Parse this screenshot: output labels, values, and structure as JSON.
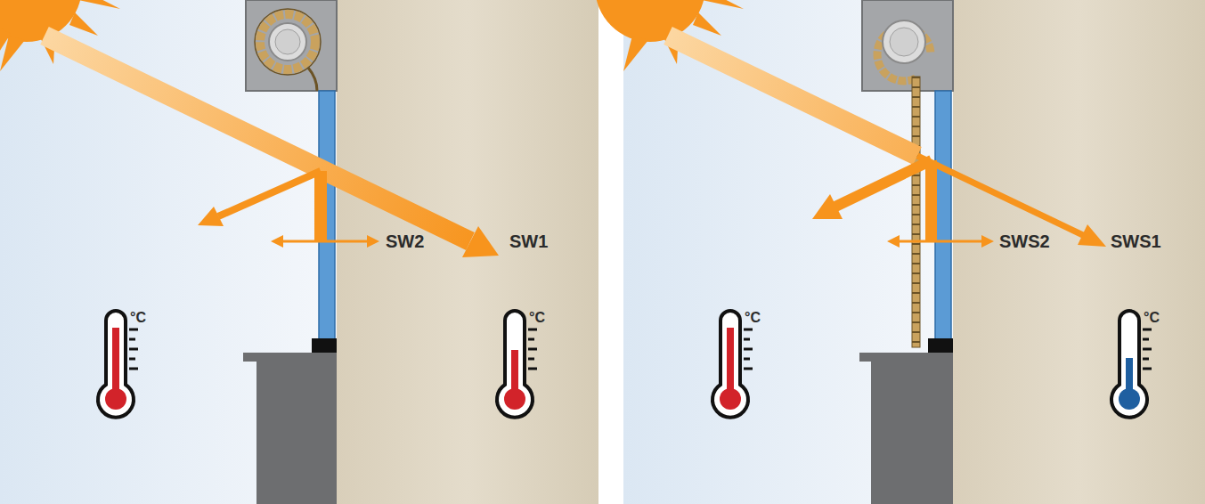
{
  "diagram": {
    "labels": [
      "SW2",
      "SW1",
      "°C",
      "°C",
      "SWS2",
      "SWS1",
      "°C",
      "°C"
    ]
  }
}
